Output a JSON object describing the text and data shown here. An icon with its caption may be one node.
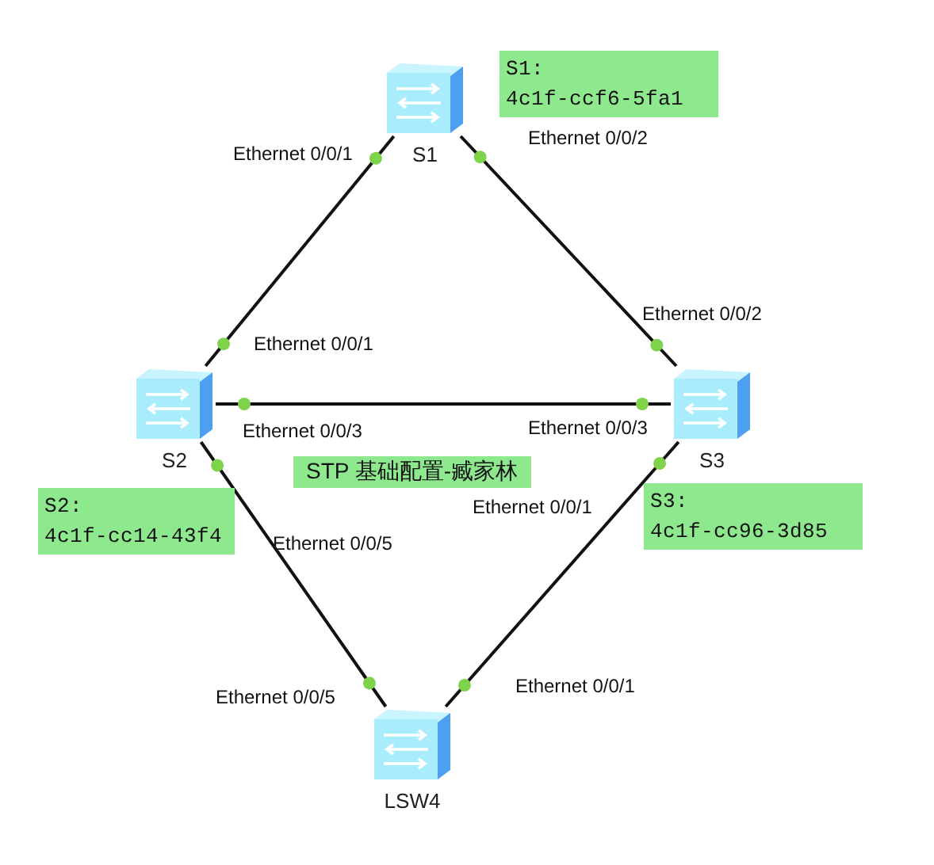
{
  "diagram": {
    "title": "STP 基础配置-臧家林",
    "nodes": [
      {
        "text": [
          "S1"
        ]
      },
      {
        "text": [
          "S1: 4c1f-ccf6-5fa1"
        ]
      },
      {
        "text": [
          "S2"
        ]
      },
      {
        "text": [
          "S3"
        ]
      },
      {
        "text": [
          "S2: 4c1f-cc14-43f4"
        ]
      },
      {
        "text": [
          "S3: 4c1f-cc96-3d85"
        ]
      },
      {
        "text": [
          "LSW4"
        ]
      }
    ],
    "edges": [
      {
        "from": 0,
        "to": 2,
        "arrow": "other"
      },
      {
        "from": 0,
        "to": 3,
        "arrow": "other"
      },
      {
        "from": 2,
        "to": 3,
        "arrow": "other"
      },
      {
        "from": 2,
        "to": 6,
        "arrow": "other"
      },
      {
        "from": 3,
        "to": 6,
        "arrow": "other"
      }
    ],
    "labels": [
      "Ethernet 0/0/2",
      "Ethernet 0/0/1",
      "Ethernet 0/0/2",
      "Ethernet 0/0/1",
      "Ethernet 0/0/3",
      "Ethernet 0/0/3",
      "Ethernet 0/0/1",
      "Ethernet 0/0/5",
      "Ethernet 0/0/1",
      "Ethernet 0/0/5"
    ]
  }
}
